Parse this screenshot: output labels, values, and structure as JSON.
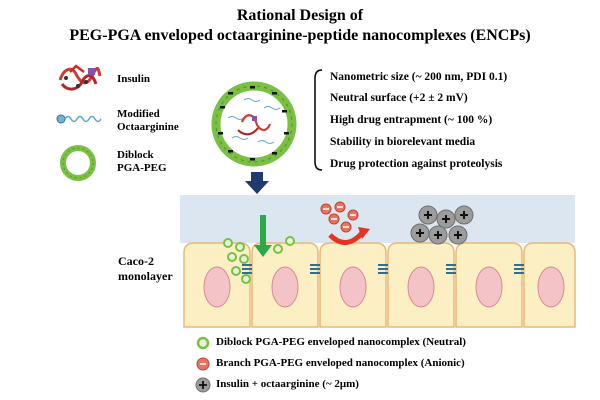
{
  "title": {
    "line1": "Rational Design of",
    "line2": "PEG-PGA enveloped octaarginine-peptide nanocomplexes (ENCPs)"
  },
  "legend_top": [
    {
      "label": "Insulin"
    },
    {
      "label_line1": "Modified",
      "label_line2": "Octaarginine"
    },
    {
      "label_line1": "Diblock",
      "label_line2": "PGA-PEG"
    }
  ],
  "properties": [
    "Nanometric size (~ 200 nm, PDI 0.1)",
    "Neutral surface (+2 ± 2 mV)",
    "High drug entrapment (~ 100 %)",
    "Stability in biorelevant media",
    "Drug protection against proteolysis"
  ],
  "cell_label": {
    "line1": "Caco-2",
    "line2": "monolayer"
  },
  "legend_bottom": [
    "Diblock PGA-PEG enveloped nanocomplex (Neutral)",
    "Branch PGA-PEG enveloped nanocomplex (Anionic)",
    "Insulin + octaarginine (~ 2μm)"
  ],
  "colors": {
    "ring_green": "#79c043",
    "arrow_navy": "#1f3a6e",
    "arrow_green": "#2aa84a",
    "arrow_red": "#e53322",
    "cell_fill": "#fcefc4",
    "cell_stroke": "#e7b97a",
    "nucleus": "#f3c3c8",
    "apical": "#dbe6f0",
    "anionic": "#e8735e",
    "cationic_gray": "#9c9c9c"
  }
}
